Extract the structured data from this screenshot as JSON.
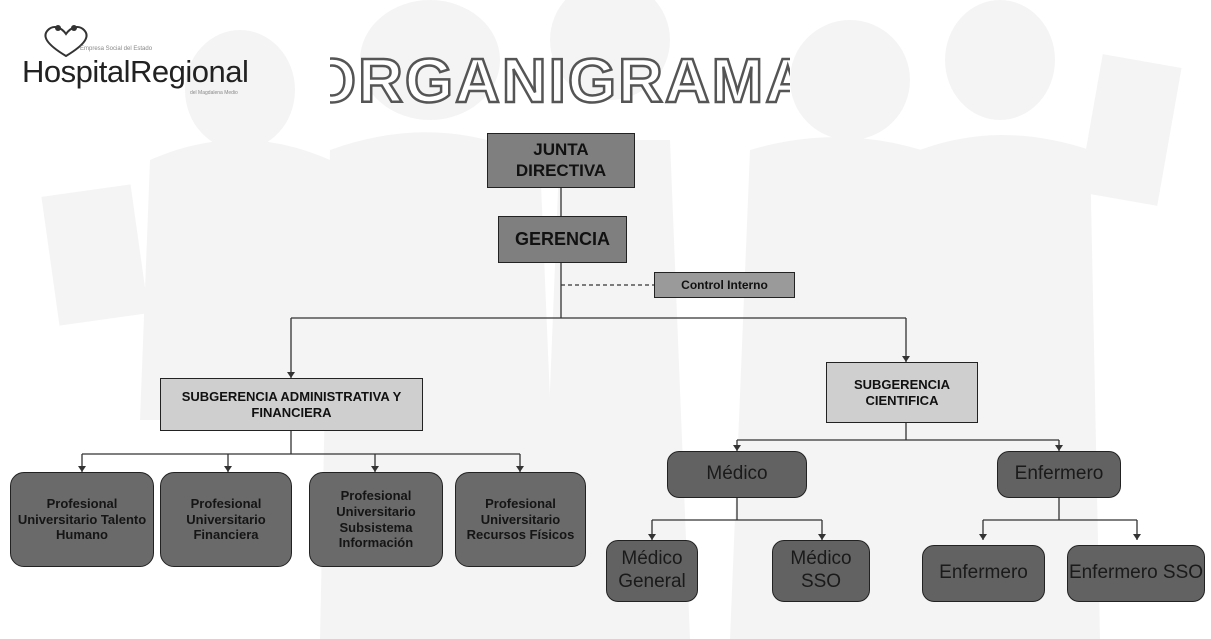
{
  "logo": {
    "brand": "HospitalRegional",
    "tagline": "Empresa Social del Estado",
    "sub": "del Magdalena Medio"
  },
  "title": "ORGANIGRAMA",
  "nodes": {
    "junta": "JUNTA DIRECTIVA",
    "gerencia": "GERENCIA",
    "control": "Control Interno",
    "sub_admin": "SUBGERENCIA ADMINISTRATIVA Y FINANCIERA",
    "sub_cient": "SUBGERENCIA CIENTIFICA",
    "prof_talento": "Profesional Universitario Talento Humano",
    "prof_financiera": "Profesional Universitario Financiera",
    "prof_subsistema": "Profesional Universitario Subsistema Información",
    "prof_recursos": "Profesional Universitario Recursos Físicos",
    "medico": "Médico",
    "enfermero": "Enfermero",
    "medico_general": "Médico General",
    "medico_sso": "Médico SSO",
    "enfermero_leaf": "Enfermero",
    "enfermero_sso": "Enfermero SSO"
  },
  "colors": {
    "top_box": "#7f7f7f",
    "mid_box": "#cfcfcf",
    "leaf_box": "#626262",
    "line": "#333333"
  }
}
